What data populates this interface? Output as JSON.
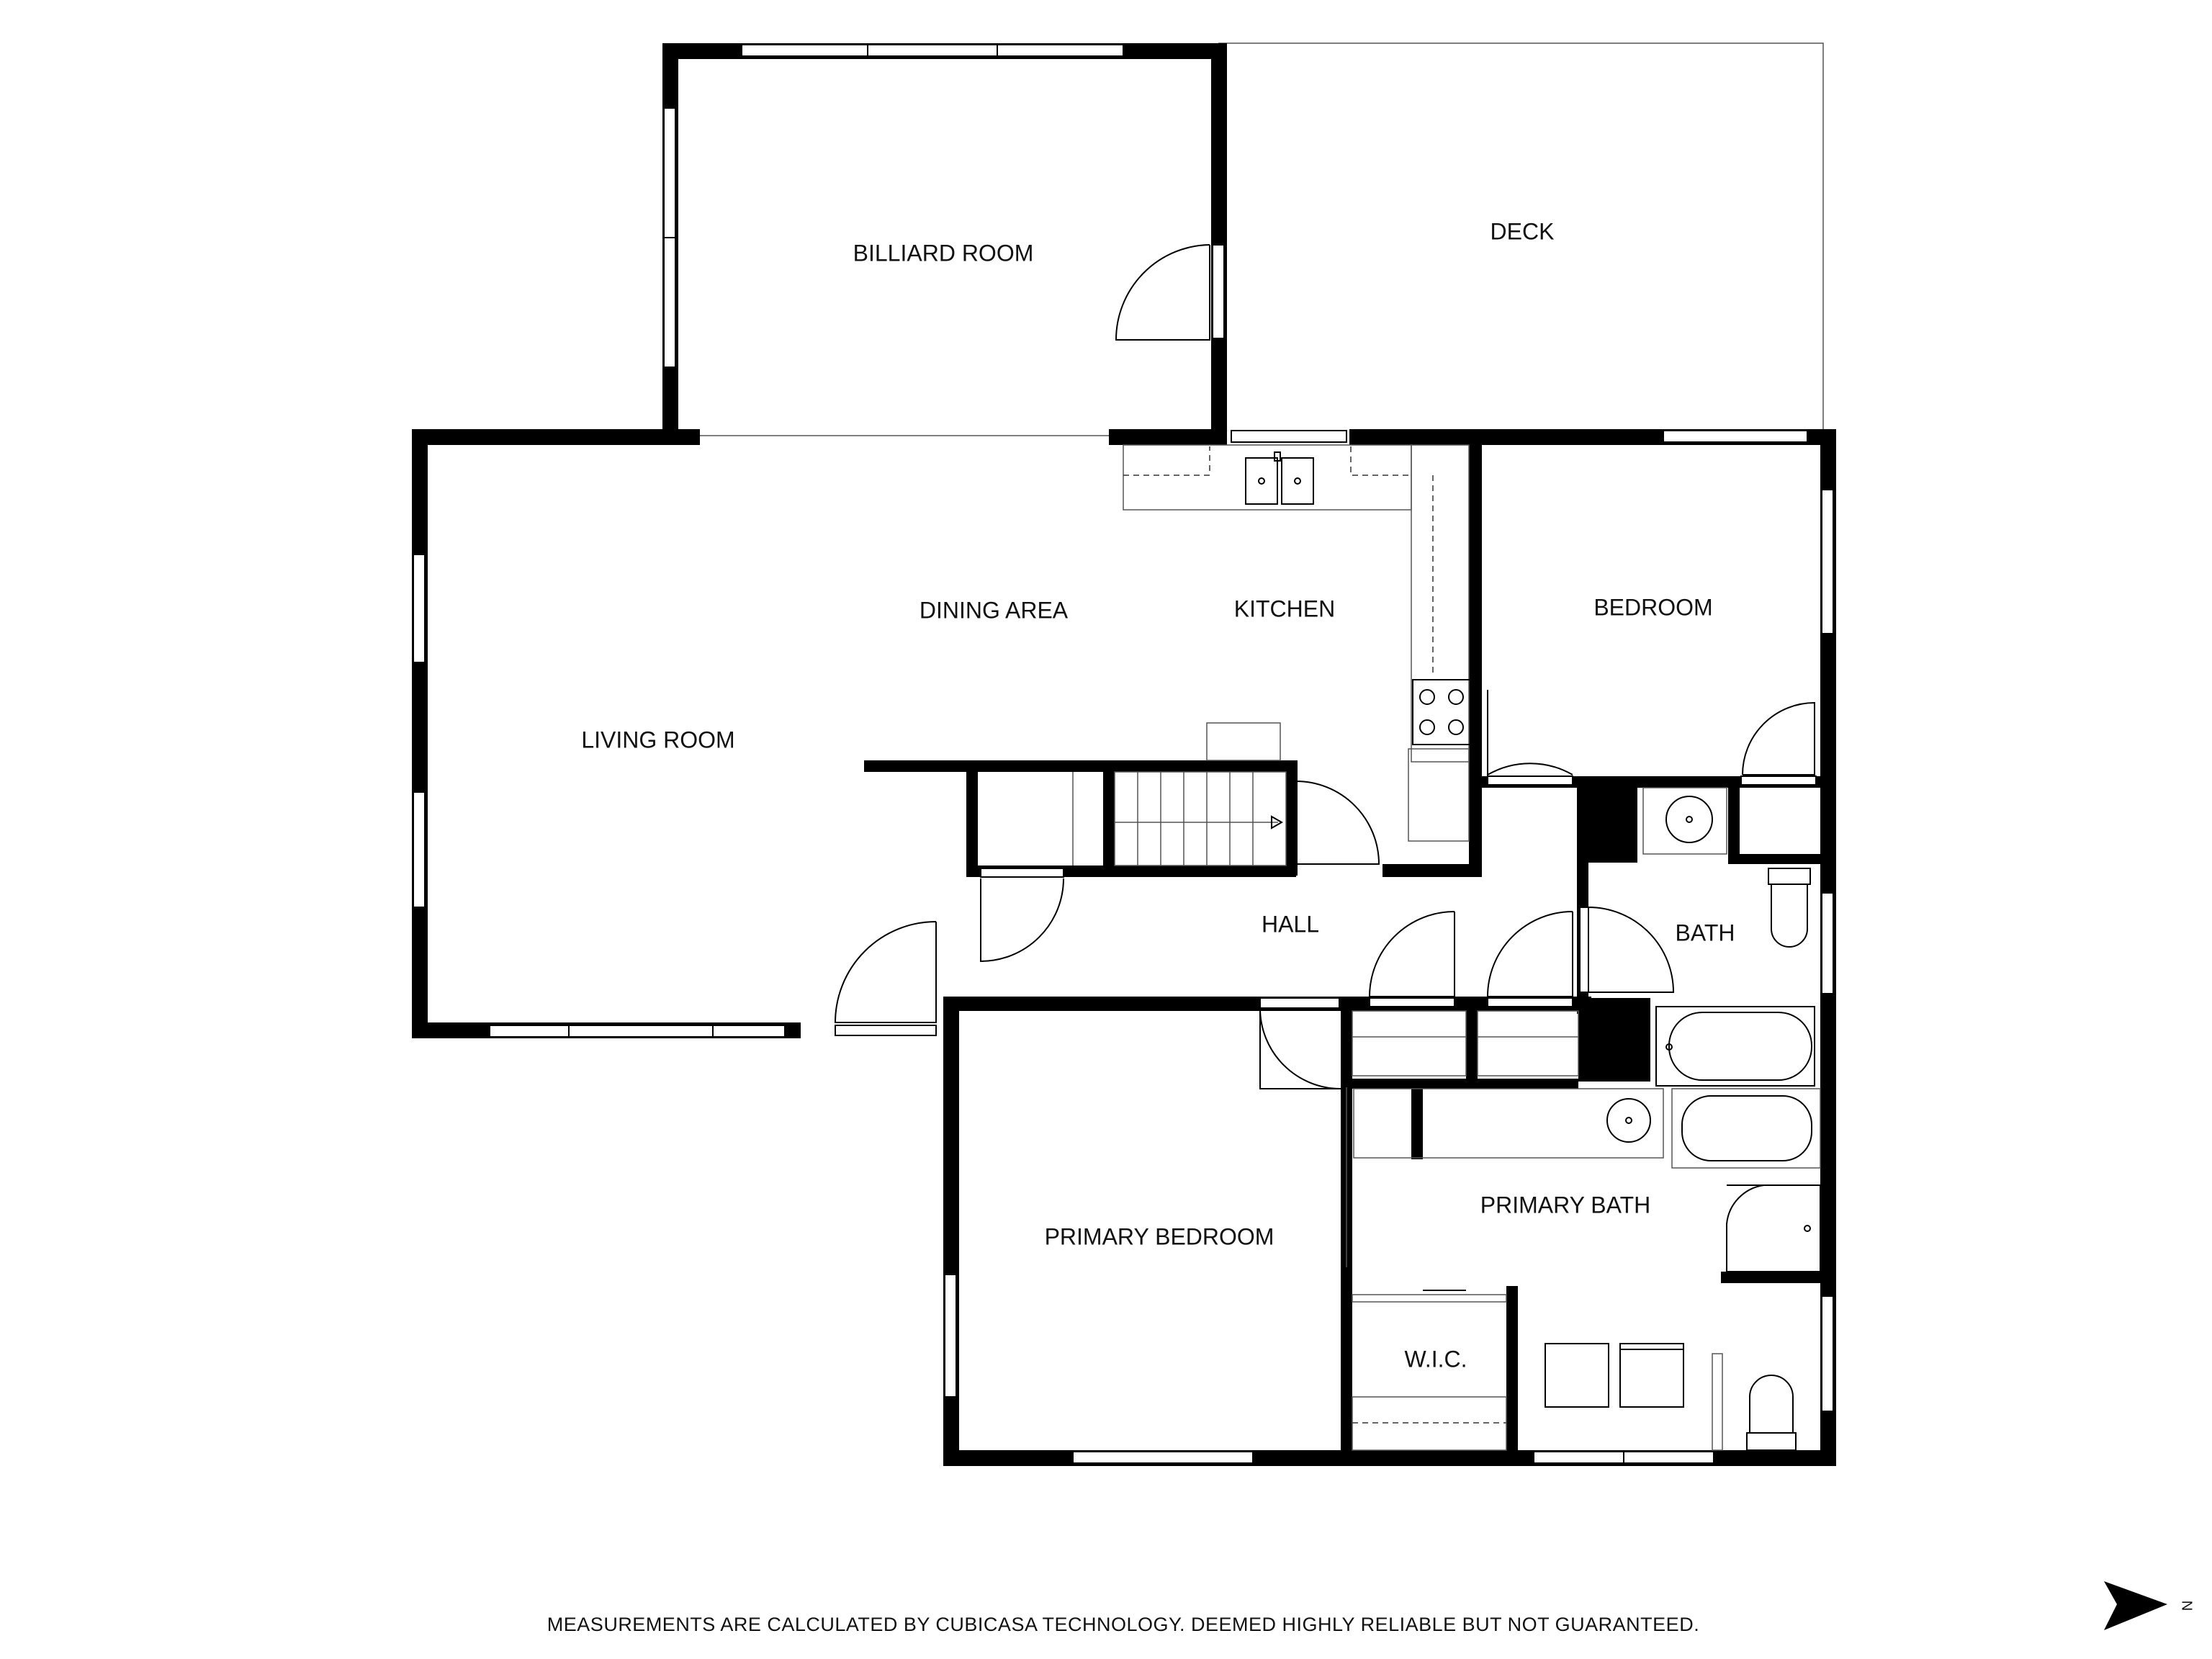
{
  "rooms": {
    "billiard_room": "BILLIARD ROOM",
    "deck": "DECK",
    "dining_area": "DINING AREA",
    "kitchen": "KITCHEN",
    "bedroom": "BEDROOM",
    "living_room": "LIVING ROOM",
    "hall": "HALL",
    "bath": "BATH",
    "primary_bath": "PRIMARY BATH",
    "primary_bedroom": "PRIMARY BEDROOM",
    "wic": "W.I.C."
  },
  "disclaimer": "MEASUREMENTS ARE CALCULATED BY CUBICASA TECHNOLOGY. DEEMED HIGHLY RELIABLE BUT NOT GUARANTEED.",
  "north_arrow": {
    "icon": "north-arrow-icon",
    "label": "N"
  }
}
